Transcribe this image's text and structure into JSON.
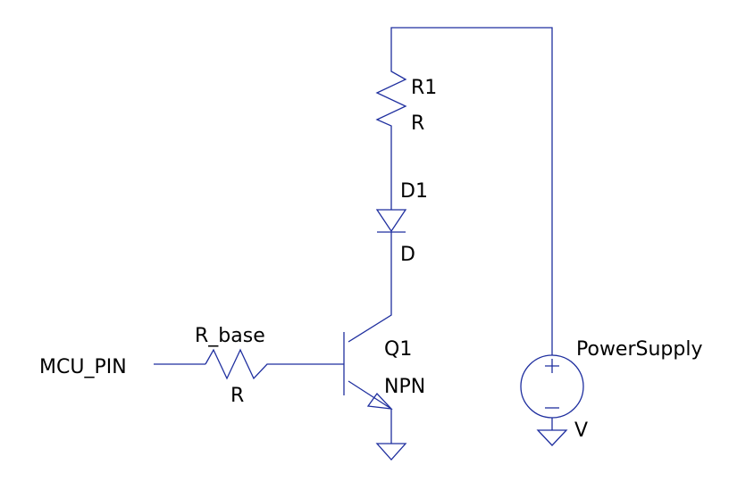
{
  "colors": {
    "wire": "#1f2f9f",
    "text": "#000000",
    "background": "#ffffff"
  },
  "components": {
    "r1": {
      "ref": "R1",
      "value": "R"
    },
    "d1": {
      "ref": "D1",
      "value": "D"
    },
    "q1": {
      "ref": "Q1",
      "value": "NPN"
    },
    "r_base": {
      "ref": "R_base",
      "value": "R"
    },
    "supply": {
      "ref": "PowerSupply",
      "value": "V"
    }
  },
  "nets": {
    "input": "MCU_PIN"
  }
}
